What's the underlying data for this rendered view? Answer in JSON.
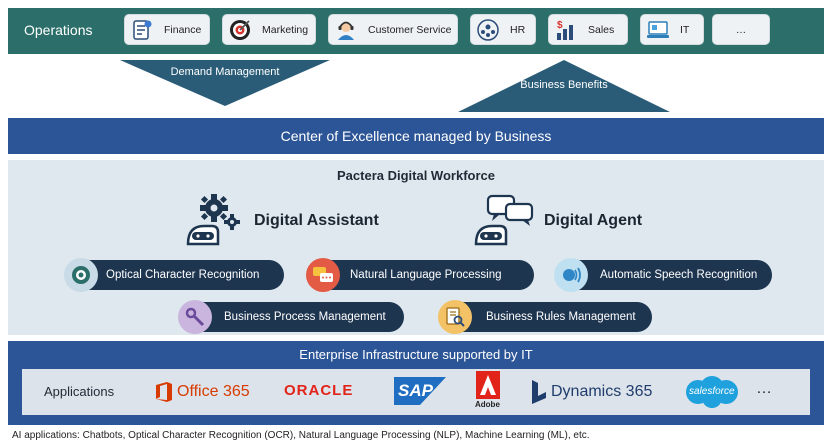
{
  "operations": {
    "label": "Operations",
    "items": [
      {
        "label": "Finance",
        "icon": "finance-document-icon"
      },
      {
        "label": "Marketing",
        "icon": "target-icon"
      },
      {
        "label": "Customer Service",
        "icon": "agent-headset-icon"
      },
      {
        "label": "HR",
        "icon": "people-network-icon"
      },
      {
        "label": "Sales",
        "icon": "sales-chart-icon"
      },
      {
        "label": "IT",
        "icon": "laptop-icon"
      },
      {
        "label": "…",
        "icon": ""
      }
    ]
  },
  "flows": {
    "demand": "Demand Management",
    "benefits": "Business Benefits"
  },
  "coe": {
    "label": "Center of Excellence managed by Business"
  },
  "workforce": {
    "title": "Pactera Digital Workforce",
    "assistant": "Digital Assistant",
    "agent": "Digital Agent",
    "capabilities": [
      {
        "label": "Optical Character Recognition",
        "icon": "eye-icon"
      },
      {
        "label": "Natural Language Processing",
        "icon": "chat-bubbles-icon"
      },
      {
        "label": "Automatic Speech Recognition",
        "icon": "speech-waves-icon"
      },
      {
        "label": "Business Process Management",
        "icon": "wrench-icon"
      },
      {
        "label": "Business Rules Management",
        "icon": "document-search-icon"
      }
    ]
  },
  "enterprise": {
    "title": "Enterprise Infrastructure supported by IT",
    "apps_label": "Applications",
    "apps": [
      "Office 365",
      "ORACLE",
      "SAP",
      "Adobe",
      "Dynamics 365",
      "salesforce",
      "…"
    ]
  },
  "footnote": "AI applications:  Chatbots, Optical Character Recognition (OCR), Natural Language Processing (NLP), Machine Learning (ML), etc.",
  "colors": {
    "operations_bar": "#2c6f6a",
    "flow_triangle": "#2a5c78",
    "coe_bar": "#2c5597",
    "workforce_panel": "#dfe8ee",
    "pill": "#1e3550",
    "office_orange": "#d83b01",
    "oracle_red": "#e2231a",
    "sap_blue": "#1f6ec1",
    "salesforce_blue": "#1ea1dc"
  }
}
